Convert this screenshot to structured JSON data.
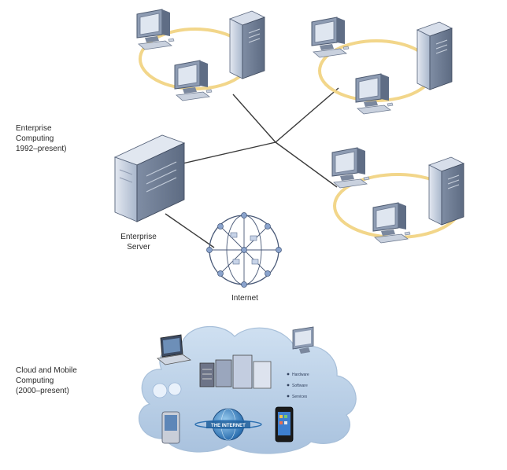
{
  "eras": [
    {
      "title": "Enterprise\nComputing",
      "range": "1992–present)"
    },
    {
      "title": "Cloud and Mobile\nComputing",
      "range": "(2000–present)"
    }
  ],
  "labels": {
    "enterprise_server": "Enterprise\nServer",
    "internet": "Internet",
    "the_internet_banner": "THE INTERNET",
    "cloud_bullets": [
      "Hardware",
      "Software",
      "Services"
    ]
  },
  "colors": {
    "ring": "#f2d68a",
    "cloud": "#b9cfe6",
    "cloud_edge": "#a7bfd9",
    "server": "#b9c5d8",
    "line": "#444444"
  },
  "icons": [
    "desktop-computer-icon",
    "tower-server-icon",
    "enterprise-server-icon",
    "globe-network-icon",
    "laptop-icon",
    "pda-icon",
    "smartphone-icon",
    "cloud-icon"
  ]
}
